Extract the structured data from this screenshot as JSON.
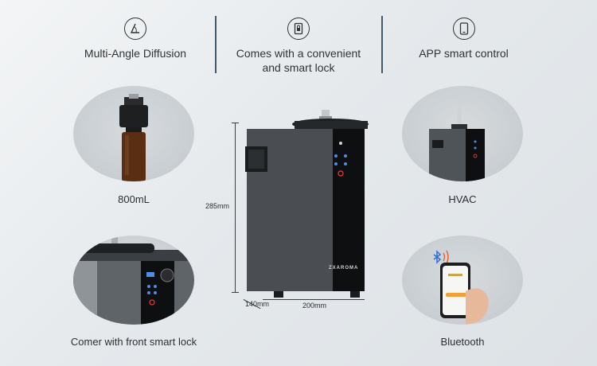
{
  "features": [
    {
      "label": "Multi-Angle Diffusion",
      "icon": "angle-icon"
    },
    {
      "label": "Comes with a convenient and smart lock",
      "icon": "lock-icon"
    },
    {
      "label": "APP smart control",
      "icon": "phone-icon"
    }
  ],
  "callouts": {
    "capacity": "800mL",
    "hvac": "HVAC",
    "lock": "Comer with front smart lock",
    "bluetooth": "Bluetooth"
  },
  "dimensions": {
    "height": "285mm",
    "width": "200mm",
    "depth": "140mm"
  },
  "product": {
    "brand": "ZXAROMA"
  },
  "colors": {
    "divider": "#43586a",
    "device_body": "#4a4e53",
    "panel": "#0e0f11",
    "led_blue": "#4a8fe8",
    "power_red": "#e0332f"
  }
}
